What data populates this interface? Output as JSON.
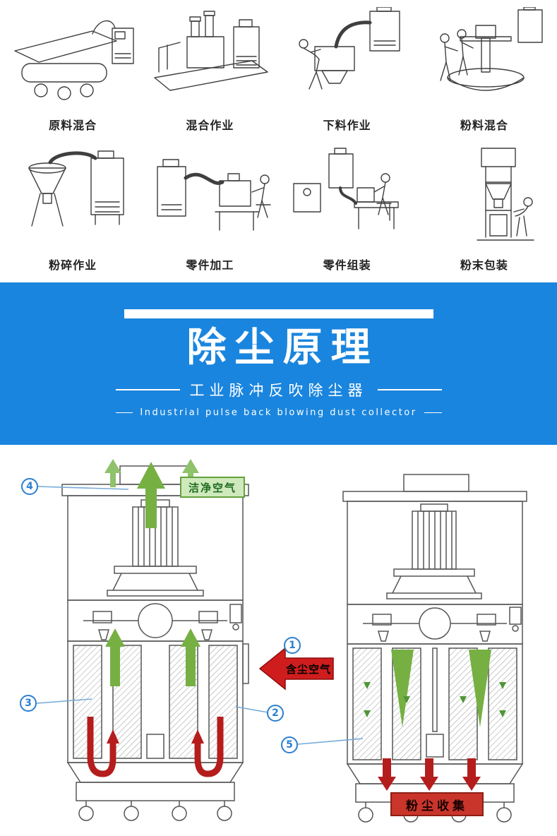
{
  "application_scenes": {
    "items": [
      {
        "label": "原料混合"
      },
      {
        "label": "混合作业"
      },
      {
        "label": "下料作业"
      },
      {
        "label": "粉料混合"
      },
      {
        "label": "粉碎作业"
      },
      {
        "label": "零件加工"
      },
      {
        "label": "零件组装"
      },
      {
        "label": "粉末包装"
      }
    ]
  },
  "banner": {
    "title": "除尘原理",
    "subtitle": "工业脉冲反吹除尘器",
    "subtitle_en": "Industrial pulse back blowing dust collector",
    "bg_color": "#1a85de"
  },
  "principle_diagram": {
    "clean_air_label": "洁净空气",
    "dusty_air_label": "含尘空气",
    "dust_collect_label": "粉尘收集",
    "callouts": [
      {
        "num": "1"
      },
      {
        "num": "2"
      },
      {
        "num": "3"
      },
      {
        "num": "4"
      },
      {
        "num": "5"
      }
    ],
    "colors": {
      "callout_blue": "#2a7fd0",
      "flow_green": "#76b043",
      "flow_red": "#b51d1d",
      "clean_air_bg": "#cfe9bd",
      "dust_collect_bg": "#c9352b"
    }
  }
}
